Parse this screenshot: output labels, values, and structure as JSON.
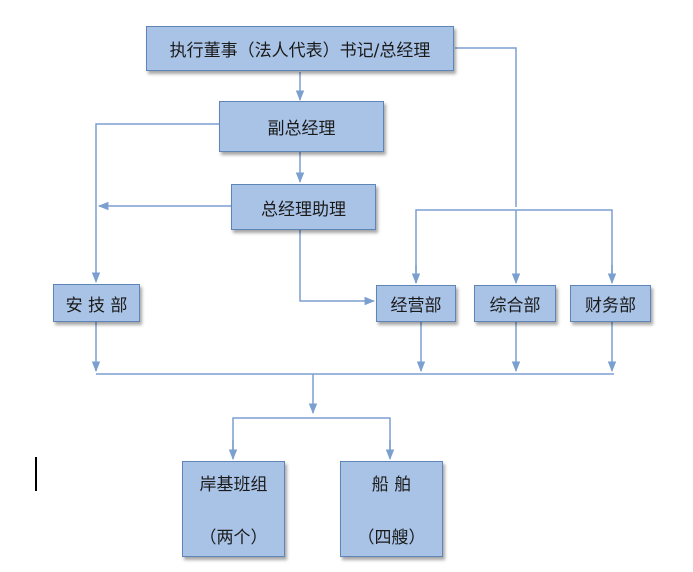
{
  "nodes": {
    "top": "执行董事（法人代表）书记/总经理",
    "deputy": "副总经理",
    "assistant": "总经理助理",
    "safety": "安 技 部",
    "business": "经营部",
    "general": "综合部",
    "finance": "财务部",
    "shore_line1": "岸基班组",
    "shore_line2": "（两个）",
    "ships_line1": "船 舶",
    "ships_line2": "（四艘）"
  },
  "colors": {
    "box_fill": "#a9c3e6",
    "box_border": "#5f84b6",
    "connector": "#7b9fcf"
  }
}
